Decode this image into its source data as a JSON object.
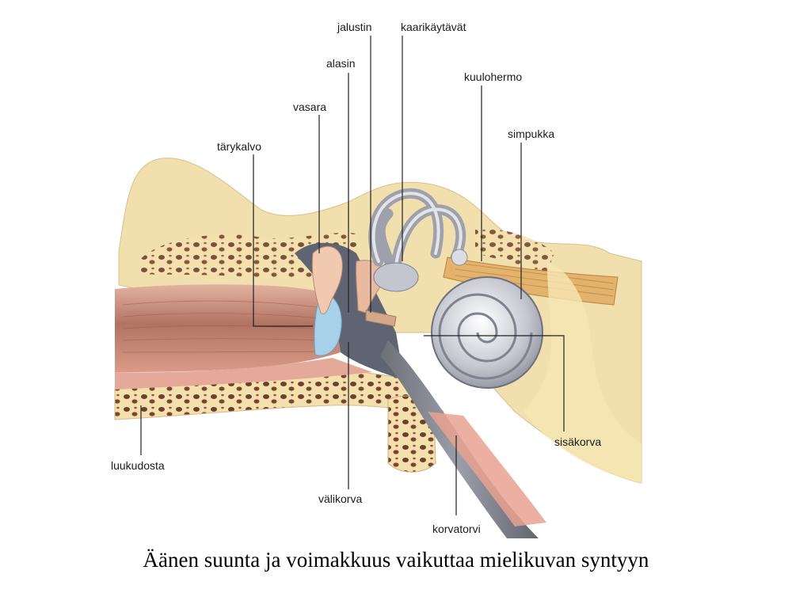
{
  "diagram": {
    "labels": {
      "jalustin": "jalustin",
      "kaarikaytavat": "kaarikäytävät",
      "alasin": "alasin",
      "kuulohermo": "kuulohermo",
      "vasara": "vasara",
      "simpukka": "simpukka",
      "tarykalvo": "tärykalvo",
      "luukudosta": "luukudosta",
      "valikorva": "välikorva",
      "sisakorva": "sisäkorva",
      "korvatorvi": "korvatorvi"
    }
  },
  "caption": "Äänen suunta ja voimakkuus vaikuttaa mielikuvan syntyyn",
  "colors": {
    "bone": "#f3e2b2",
    "bone_pore": "#6e3f2e",
    "skin": "#d89a8a",
    "canal_inner": "#b87a6a",
    "cavity": "#5d6270",
    "cochlea": "#c9cbd2",
    "eardrum": "#a9d2ea",
    "nerve": "#e0b26e"
  }
}
